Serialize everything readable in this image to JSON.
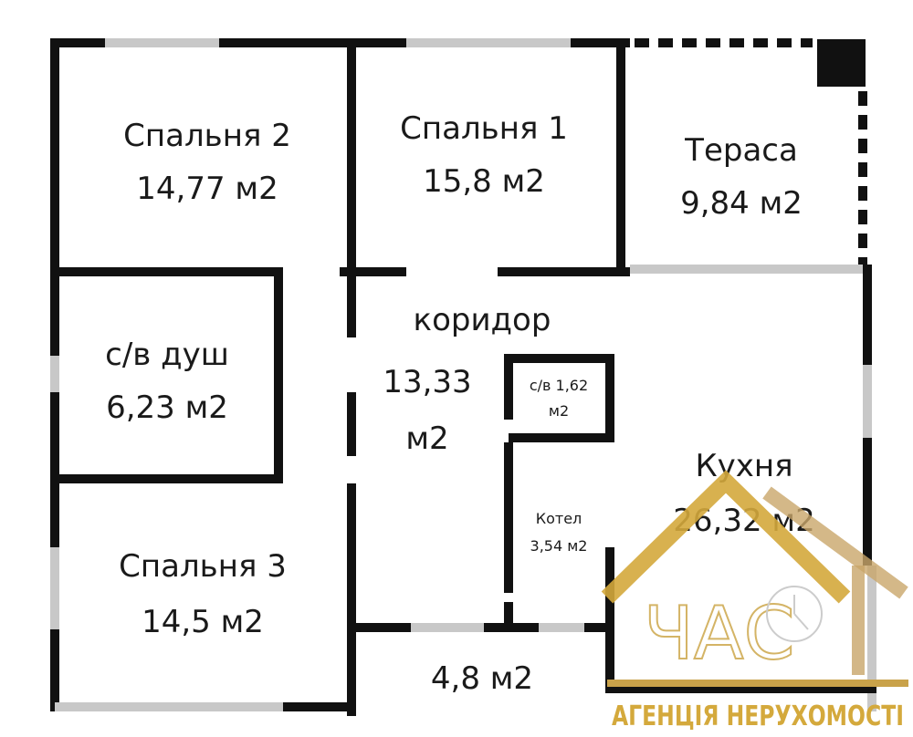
{
  "rooms": [
    {
      "name": "Спальня 2",
      "area": "14,77 м2"
    },
    {
      "name": "Спальня 1",
      "area": "15,8 м2"
    },
    {
      "name": "Тераса",
      "area": "9,84 м2"
    },
    {
      "name": "с/в душ",
      "area": "6,23 м2"
    },
    {
      "name": "коридор",
      "area_line1": "13,33",
      "area_line2": "м2"
    },
    {
      "name": "с/в 1,62",
      "area": "м2"
    },
    {
      "name": "Котел",
      "area": "3,54 м2"
    },
    {
      "name": "Кухня",
      "area": "26,32 м2"
    },
    {
      "name": "Спальня 3",
      "area": "14,5 м2"
    },
    {
      "area": "4,8 м2"
    }
  ],
  "logo": {
    "brand": "ЧАС",
    "tagline": "АГЕНЦІЯ НЕРУХОМОСТІ",
    "color": "#d4a93c"
  }
}
